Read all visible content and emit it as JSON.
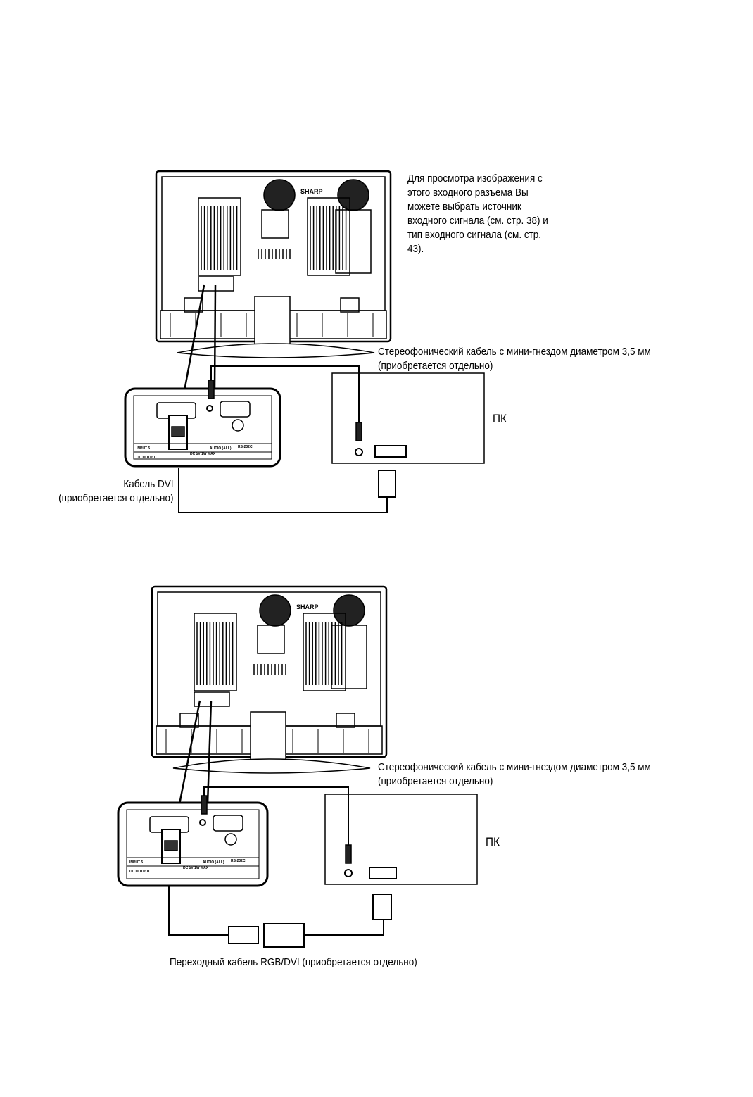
{
  "diagram1": {
    "note": [
      "Для просмотра изображения с",
      "этого входного разъема Вы",
      "можете выбрать источник",
      "входного сигнала (см. стр. 38) и",
      "тип входного сигнала (см. стр.",
      "43)."
    ],
    "audio_cable": [
      "Стереофонический кабель с мини-гнездом диаметром 3,5 мм",
      "(приобретается отдельно)"
    ],
    "pc_label": "ПК",
    "dvi_cable": [
      "Кабель DVI",
      "(приобретается отдельно)"
    ]
  },
  "diagram2": {
    "audio_cable": [
      "Стереофонический кабель с мини-гнездом диаметром 3,5 мм",
      "(приобретается отдельно)"
    ],
    "pc_label": "ПК",
    "adapter_cable": "Переходный кабель RGB/DVI  (приобретается отдельно)"
  },
  "panel_labels": {
    "brand": "SHARP",
    "input": "INPUT 5",
    "dc_output": "DC OUTPUT",
    "dc_spec": "DC 5V 1W MAX",
    "audio": "AUDIO (ALL)",
    "rs232": "RS-232C"
  }
}
